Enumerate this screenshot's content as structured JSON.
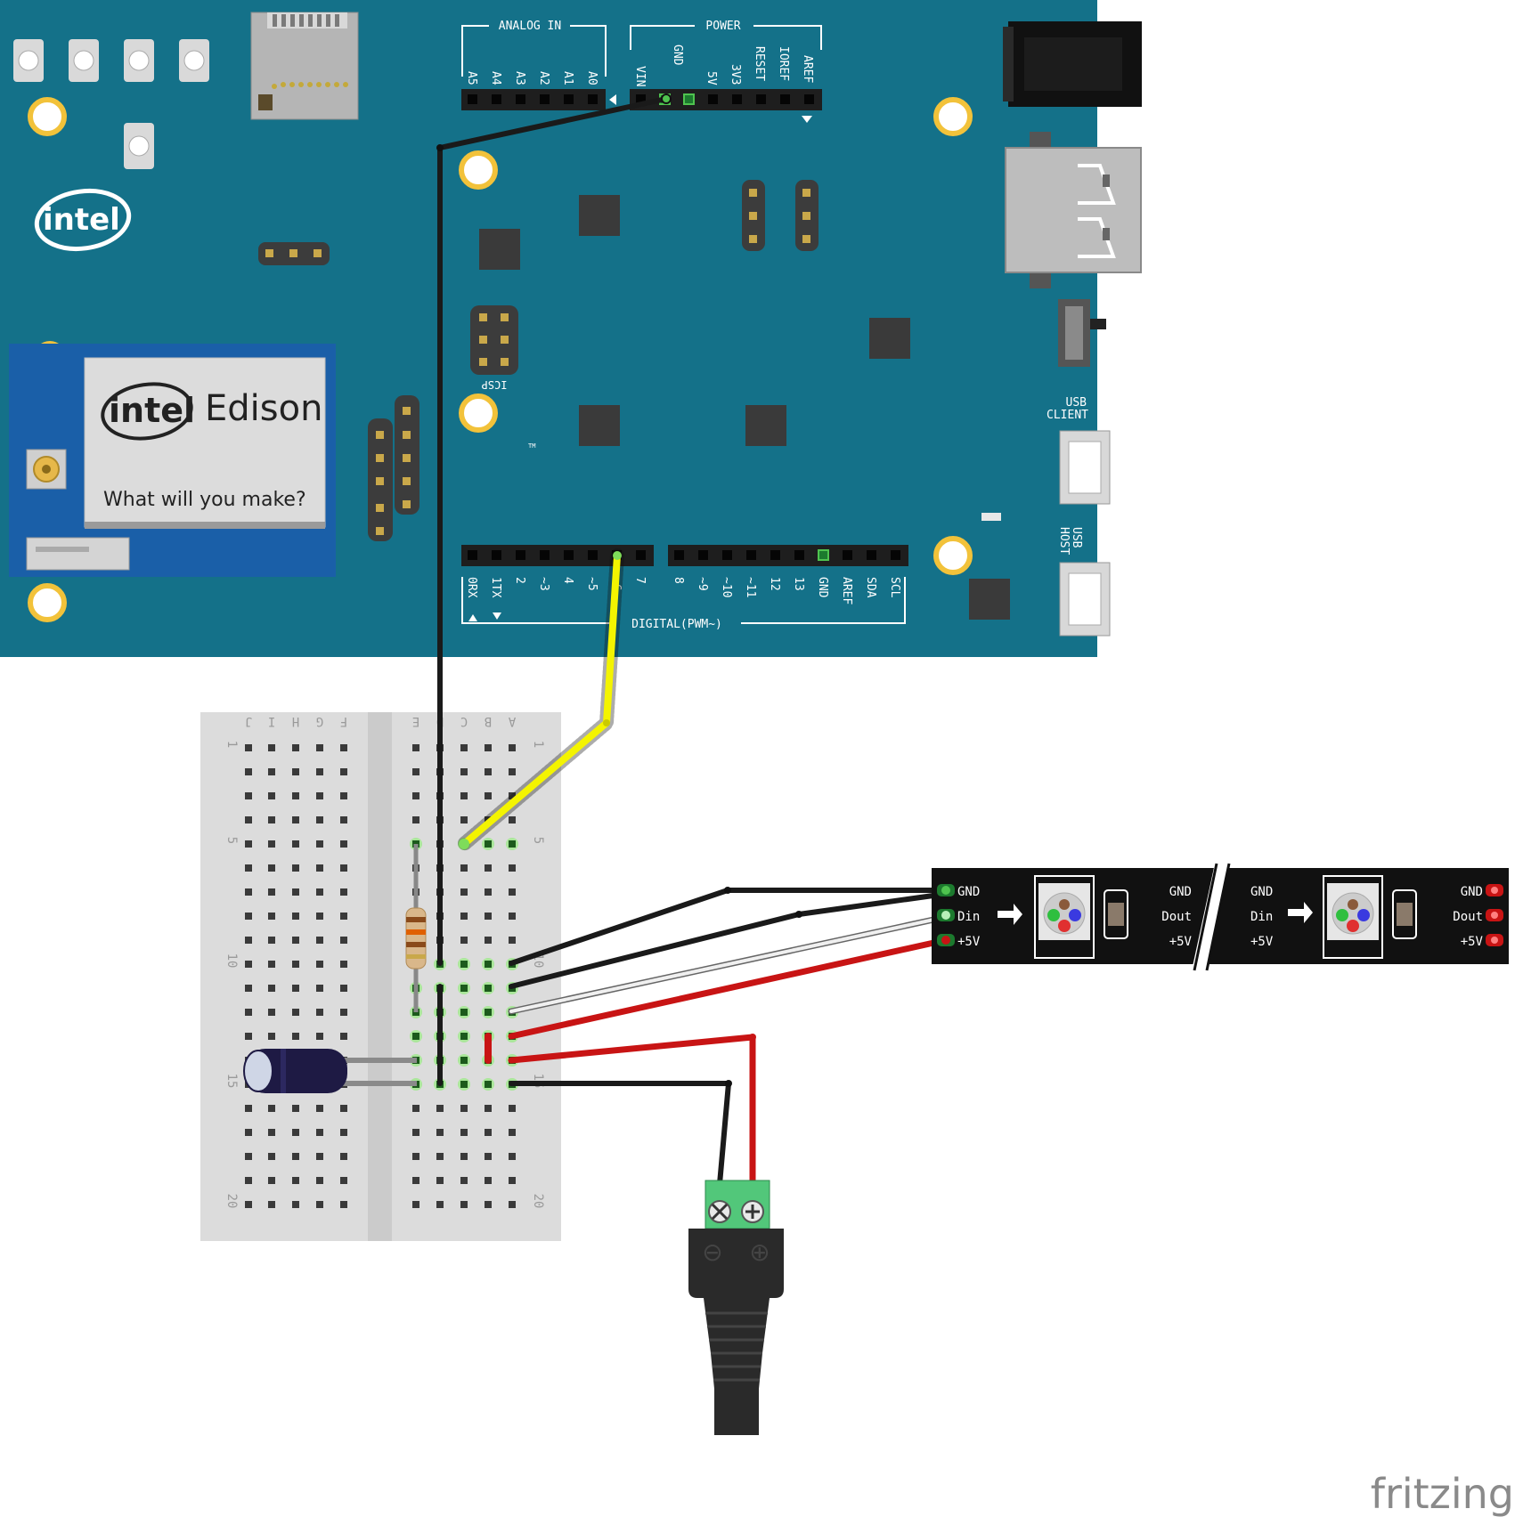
{
  "app": {
    "watermark": "fritzing"
  },
  "colors": {
    "board_blue": "#147189",
    "module_blue": "#1a5fa8",
    "wire_black": "#1a1a1a",
    "wire_red": "#c81414",
    "wire_white": "#e8e8e8",
    "wire_yellow": "#f4f400",
    "strip_black": "#111111",
    "terminal_green": "#52c77a",
    "breadboard": "#dcdcdc"
  },
  "board": {
    "brand": "intel",
    "module_brand": "intel",
    "module_product": "Edison",
    "module_tagline": "What will you make?",
    "tm": "TM",
    "analog_header_title": "ANALOG IN",
    "power_header_title": "POWER",
    "digital_header_title": "DIGITAL(PWM~)",
    "icsp_label": "ICSP",
    "usb_client_label": [
      "USB",
      "CLIENT"
    ],
    "usb_host_label": [
      "USB",
      "HOST"
    ],
    "analog_pins": [
      "A5",
      "A4",
      "A3",
      "A2",
      "A1",
      "A0"
    ],
    "power_pins": [
      "VIN",
      "GND",
      "5V",
      "3V3",
      "RESET",
      "IOREF",
      "AREF"
    ],
    "digital_pins_left": [
      "0RX",
      "1TX",
      "2",
      "~3",
      "4",
      "~5",
      "~6",
      "7"
    ],
    "digital_pins_right": [
      "8",
      "~9",
      "~10",
      "~11",
      "12",
      "13",
      "GND",
      "AREF",
      "SDA",
      "SCL"
    ]
  },
  "breadboard": {
    "left_columns": [
      "J",
      "I",
      "H",
      "G",
      "F"
    ],
    "right_columns": [
      "E",
      "D",
      "C",
      "B",
      "A"
    ],
    "row_numbers": [
      "1",
      "5",
      "10",
      "15",
      "20"
    ],
    "row_numbers_right": [
      "1",
      "5",
      "10",
      "15",
      "20"
    ]
  },
  "led_strip": {
    "segment1_in": [
      "GND",
      "Din",
      "+5V"
    ],
    "segment1_out": [
      "GND",
      "Dout",
      "+5V"
    ],
    "segment2_in": [
      "GND",
      "Din",
      "+5V"
    ],
    "segment2_out": [
      "GND",
      "Dout",
      "+5V"
    ]
  },
  "dc_jack": {
    "minus": "⊖",
    "plus": "⊕"
  }
}
